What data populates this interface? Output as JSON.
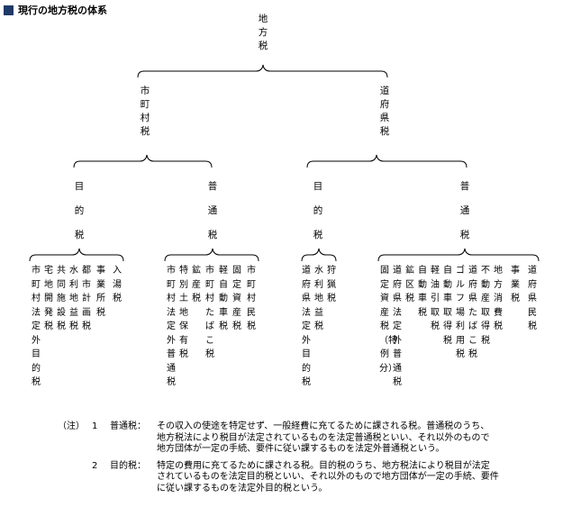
{
  "title": "現行の地方税の体系",
  "root": "地方税",
  "municipal": {
    "label": "市町村税",
    "purpose_label": "目的税",
    "general_label": "普通税",
    "purpose_taxes": [
      "市町村法定外目的税",
      "宅地開発税",
      "共同施設税",
      "水利地益税",
      "都市計画税",
      "事業所税",
      "入湯税"
    ],
    "general_taxes": [
      "市町村法定外普通税",
      "特別土地保有税",
      "鉱産税",
      "市町村たばこ税",
      "軽自動車税",
      "固定資産税",
      "市町村民税"
    ]
  },
  "prefectural": {
    "label": "道府県税",
    "purpose_label": "目的税",
    "general_label": "普通税",
    "purpose_taxes": [
      "道府県法定外目的税",
      "水利地益税",
      "狩猟税"
    ],
    "general_taxes": [
      "固定資産税（特例分）",
      "道府県法定外普通税",
      "鉱区税",
      "自動車税",
      "軽油引取税",
      "自動車取得税",
      "ゴルフ場利用税",
      "道府県たばこ税",
      "不動産取得税",
      "地方消費税",
      "事業税",
      "道府県民税"
    ]
  },
  "notes": {
    "prefix": "（注）",
    "items": [
      {
        "num": "1",
        "term": "普通税：",
        "lines": [
          "その収入の使途を特定せず、一般経費に充てるために課される税。普通税のうち、",
          "地方税法により税目が法定されているものを法定普通税といい、それ以外のもので",
          "地方団体が一定の手続、要件に従い課するものを法定外普通税という。"
        ]
      },
      {
        "num": "2",
        "term": "目的税：",
        "lines": [
          "特定の費用に充てるために課される税。目的税のうち、地方税法により税目が法定",
          "されているものを法定目的税といい、それ以外のもので地方団体が一定の手続、要件",
          "に従い課するものを法定外目的税という。"
        ]
      }
    ]
  }
}
